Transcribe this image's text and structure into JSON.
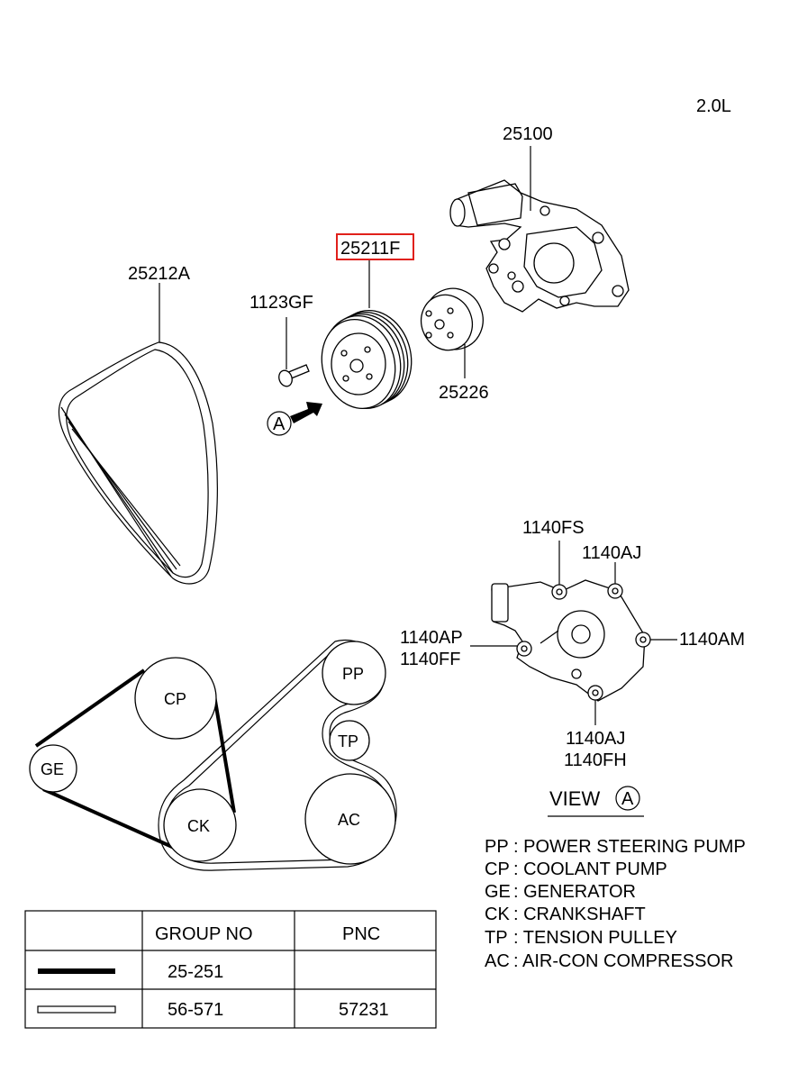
{
  "engine_label": "2.0L",
  "parts": {
    "water_pump": "25100",
    "pulley_highlighted": "25211F",
    "belt": "25212A",
    "bolt": "1123GF",
    "pulley_flange": "25226"
  },
  "view_marker": "A",
  "bolts_view": {
    "top_left": "1140FS",
    "top_right": "1140AJ",
    "left_line1": "1140AP",
    "left_line2": "1140FF",
    "right": "1140AM",
    "bottom_line1": "1140AJ",
    "bottom_line2": "1140FH"
  },
  "view_title": "VIEW",
  "pulleys": {
    "pp": "PP",
    "cp": "CP",
    "ge": "GE",
    "ck": "CK",
    "tp": "TP",
    "ac": "AC"
  },
  "legend": [
    {
      "code": "PP",
      "name": ": POWER STEERING PUMP"
    },
    {
      "code": "CP",
      "name": ": COOLANT PUMP"
    },
    {
      "code": "GE",
      "name": ": GENERATOR"
    },
    {
      "code": "CK",
      "name": ": CRANKSHAFT"
    },
    {
      "code": "TP",
      "name": ": TENSION PULLEY"
    },
    {
      "code": "AC",
      "name": ": AIR-CON COMPRESSOR"
    }
  ],
  "table": {
    "headers": [
      "",
      "GROUP NO",
      "PNC"
    ],
    "rows": [
      {
        "line_style": "thick",
        "group_no": "25-251",
        "pnc": ""
      },
      {
        "line_style": "double",
        "group_no": "56-571",
        "pnc": "57231"
      }
    ]
  },
  "colors": {
    "highlight": "#e0201b"
  }
}
